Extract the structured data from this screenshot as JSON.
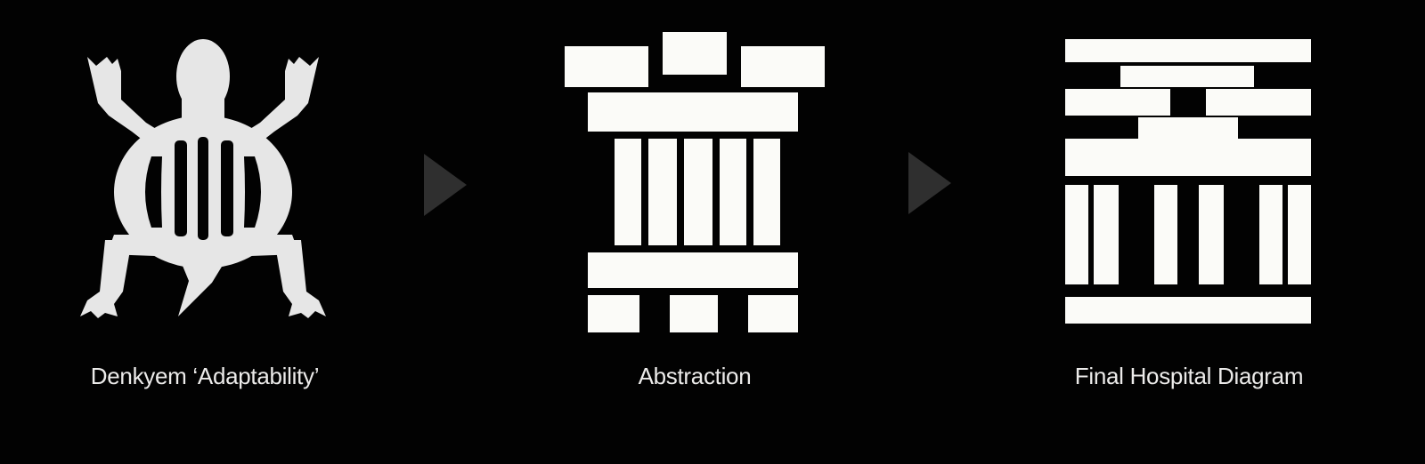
{
  "steps": [
    {
      "caption": "Denkyem ‘Adaptability’"
    },
    {
      "caption": "Abstraction"
    },
    {
      "caption": "Final Hospital Diagram"
    }
  ],
  "colors": {
    "background": "#020202",
    "symbol": "#e6e6e6",
    "blocks": "#fbfbf8",
    "arrow": "#2f2f2f",
    "caption": "#ecebea"
  }
}
